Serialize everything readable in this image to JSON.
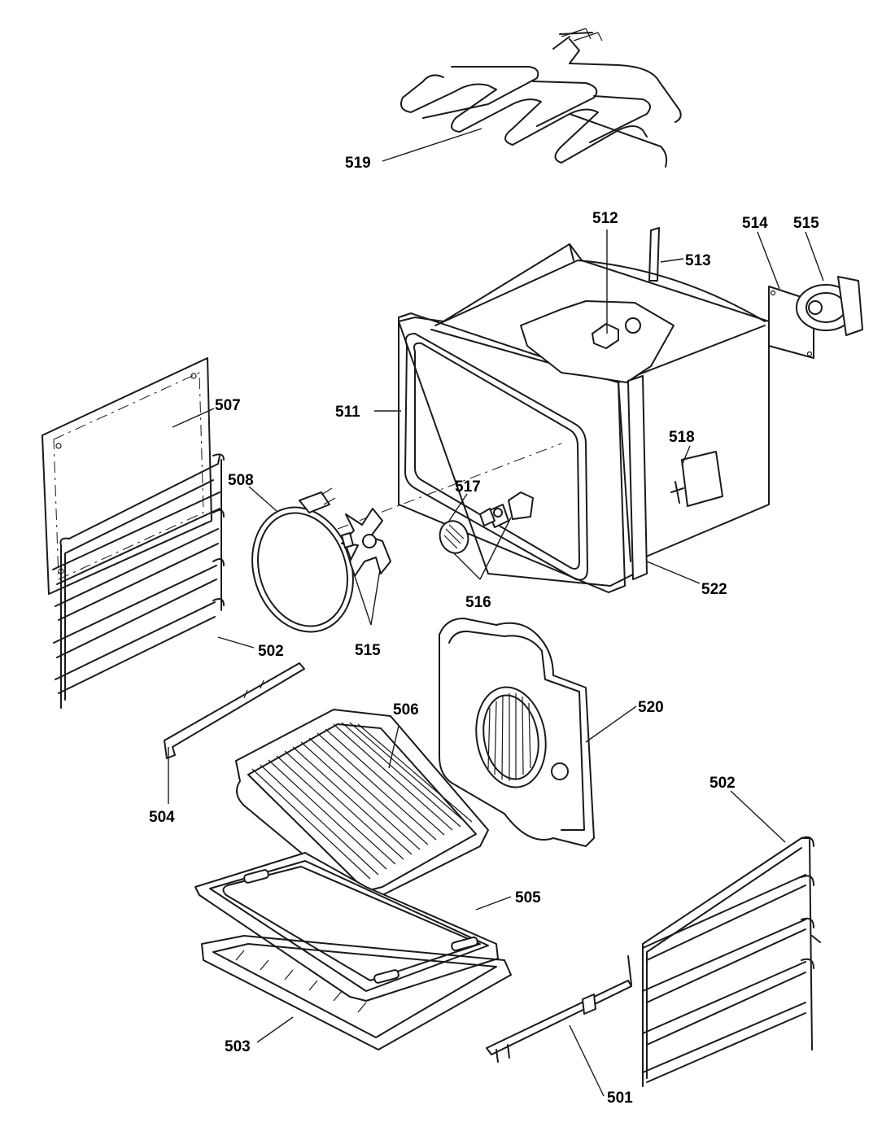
{
  "diagram": {
    "callouts": [
      {
        "id": "c519",
        "text": "519"
      },
      {
        "id": "c512",
        "text": "512"
      },
      {
        "id": "c513",
        "text": "513"
      },
      {
        "id": "c514",
        "text": "514"
      },
      {
        "id": "c515a",
        "text": "515"
      },
      {
        "id": "c507",
        "text": "507"
      },
      {
        "id": "c511",
        "text": "511"
      },
      {
        "id": "c518",
        "text": "518"
      },
      {
        "id": "c508",
        "text": "508"
      },
      {
        "id": "c517",
        "text": "517"
      },
      {
        "id": "c522",
        "text": "522"
      },
      {
        "id": "c516",
        "text": "516"
      },
      {
        "id": "c515b",
        "text": "515"
      },
      {
        "id": "c502a",
        "text": "502"
      },
      {
        "id": "c506",
        "text": "506"
      },
      {
        "id": "c520",
        "text": "520"
      },
      {
        "id": "c504",
        "text": "504"
      },
      {
        "id": "c502b",
        "text": "502"
      },
      {
        "id": "c505",
        "text": "505"
      },
      {
        "id": "c503",
        "text": "503"
      },
      {
        "id": "c501",
        "text": "501"
      }
    ]
  }
}
